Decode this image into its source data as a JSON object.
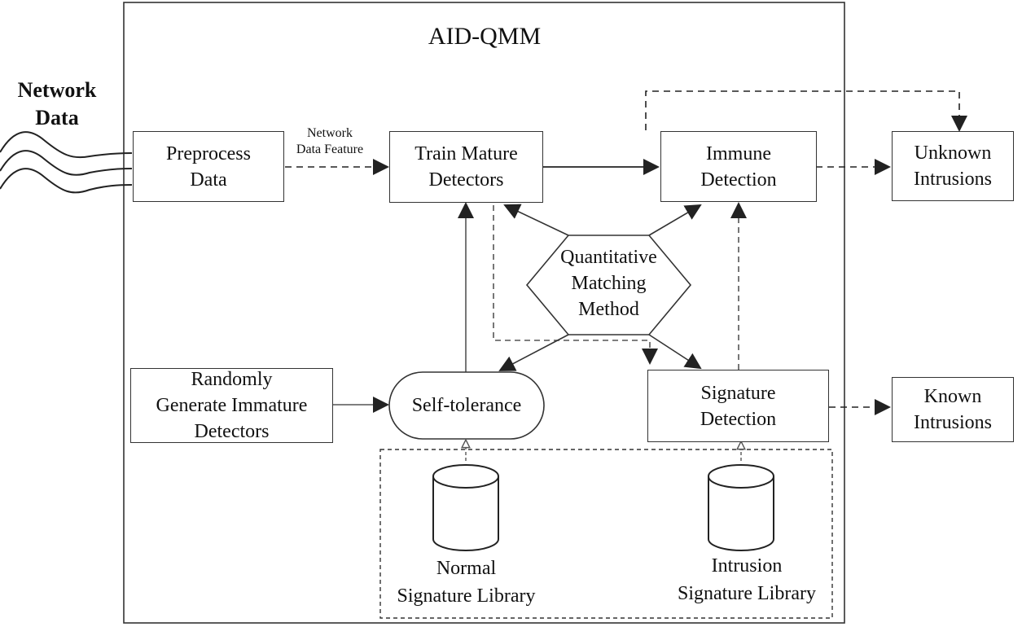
{
  "title": "AID-QMM",
  "input": {
    "label": "Network\nData"
  },
  "edge_label": "Network\nData Feature",
  "nodes": {
    "preprocess": "Preprocess\nData",
    "train": "Train Mature\nDetectors",
    "immune": "Immune\nDetection",
    "unknown": "Unknown\nIntrusions",
    "quant": "Quantitative\nMatching\nMethod",
    "random": "Randomly\nGenerate Immature\nDetectors",
    "selftol": "Self-tolerance",
    "signature": "Signature\nDetection",
    "known": "Known\nIntrusions"
  },
  "databases": {
    "normal": "Normal\nSignature Library",
    "intrusion": "Intrusion\nSignature Library"
  }
}
